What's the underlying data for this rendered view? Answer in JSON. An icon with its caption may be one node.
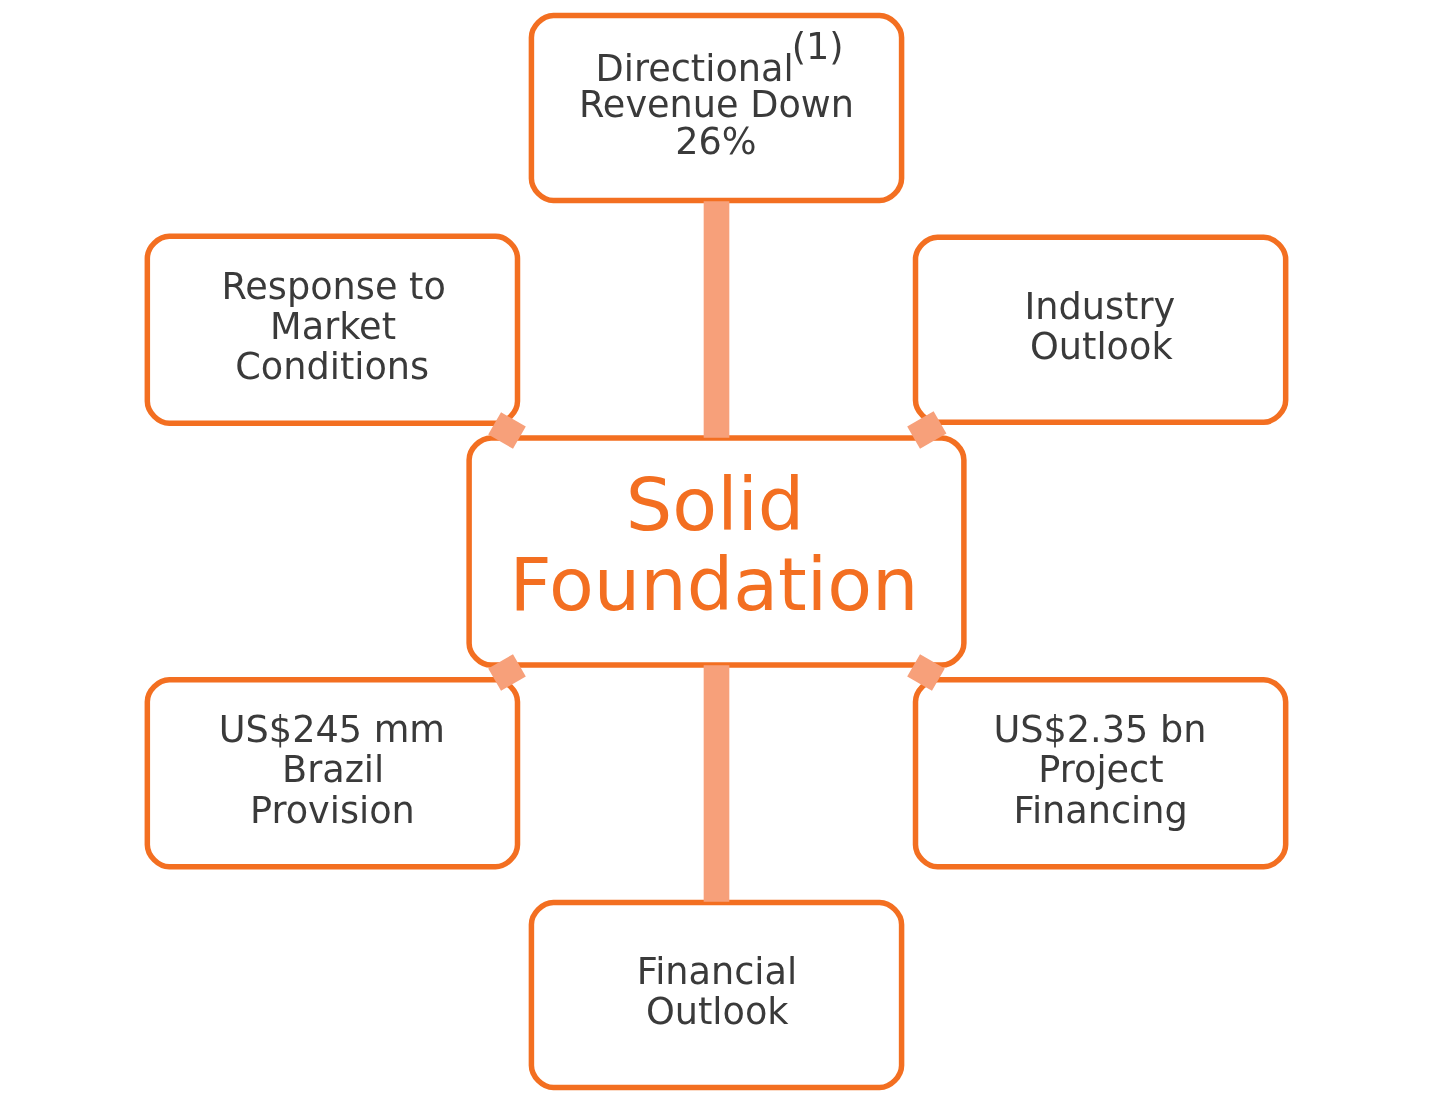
{
  "diagram": {
    "nodes": [
      {
        "text": [
          "Industry Outlook"
        ]
      },
      {
        "text": [
          "Directional$^{(1)}$ Revenue Down 26%"
        ]
      },
      {
        "text": [
          "Response to Market Conditions"
        ]
      },
      {
        "text": [
          "Solid Foundation"
        ]
      },
      {
        "text": [
          "US$245 mm Brazil Provision"
        ]
      },
      {
        "text": [
          "Financial Outlook"
        ]
      },
      {
        "text": [
          "US$2.35 bn Project Financing"
        ]
      }
    ],
    "edges": [
      {
        "from": 3,
        "to": 0,
        "arrow": "none"
      },
      {
        "from": 3,
        "to": 2,
        "arrow": "none"
      },
      {
        "from": 3,
        "to": 5,
        "arrow": "none"
      },
      {
        "from": 3,
        "to": 6,
        "arrow": "none"
      },
      {
        "from": 3,
        "to": 4,
        "arrow": "none"
      },
      {
        "from": 3,
        "to": 1,
        "arrow": "none"
      }
    ]
  }
}
